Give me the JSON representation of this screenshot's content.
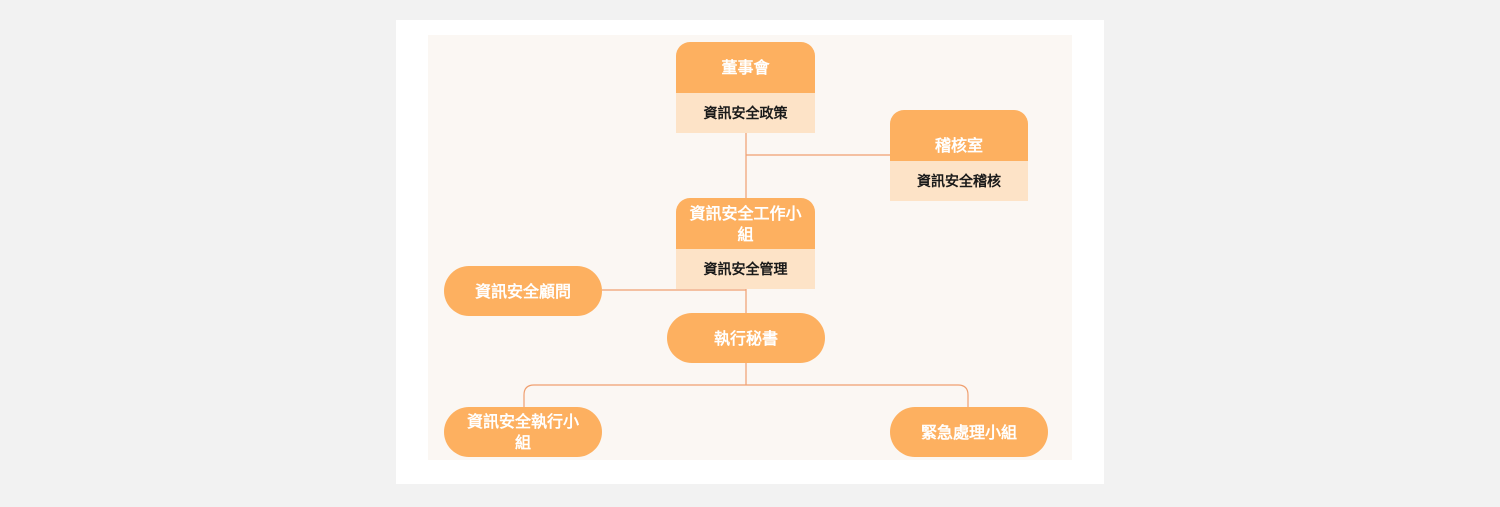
{
  "board": {
    "title": "董事會",
    "subtitle": "資訊安全政策"
  },
  "audit": {
    "title": "稽核室",
    "subtitle": "資訊安全稽核"
  },
  "task_force": {
    "title": "資訊安全工作小組",
    "subtitle": "資訊安全管理"
  },
  "advisor": {
    "title": "資訊安全顧問"
  },
  "secretary": {
    "title": "執行秘書"
  },
  "execution_team": {
    "title": "資訊安全執行小組"
  },
  "emergency_team": {
    "title": "緊急處理小組"
  },
  "colors": {
    "header": "#fdb060",
    "body": "#fde3c7",
    "connector": "#f0a070",
    "background": "#fbf7f3"
  }
}
